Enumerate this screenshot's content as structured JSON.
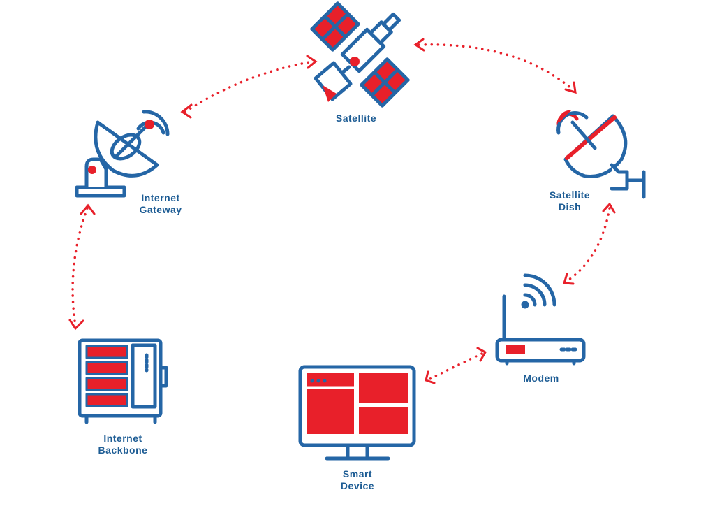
{
  "colors": {
    "blue": "#2566a6",
    "red": "#e8202a",
    "label": "#1d5c94"
  },
  "nodes": {
    "satellite": {
      "icon": "satellite-icon",
      "label": [
        "Satellite"
      ]
    },
    "gateway": {
      "icon": "ground-station-dish-icon",
      "label": [
        "Internet",
        "Gateway"
      ]
    },
    "dish": {
      "icon": "satellite-dish-icon",
      "label": [
        "Satellite",
        "Dish"
      ]
    },
    "modem": {
      "icon": "router-icon",
      "label": [
        "Modem"
      ]
    },
    "device": {
      "icon": "monitor-icon",
      "label": [
        "Smart",
        "Device"
      ]
    },
    "backbone": {
      "icon": "server-rack-icon",
      "label": [
        "Internet",
        "Backbone"
      ]
    }
  },
  "connections": [
    {
      "from": "gateway",
      "to": "satellite",
      "style": "dotted-bidirectional"
    },
    {
      "from": "satellite",
      "to": "dish",
      "style": "dotted-bidirectional"
    },
    {
      "from": "dish",
      "to": "modem",
      "style": "dotted-bidirectional"
    },
    {
      "from": "modem",
      "to": "device",
      "style": "dotted-bidirectional"
    },
    {
      "from": "gateway",
      "to": "backbone",
      "style": "dotted-bidirectional"
    }
  ]
}
